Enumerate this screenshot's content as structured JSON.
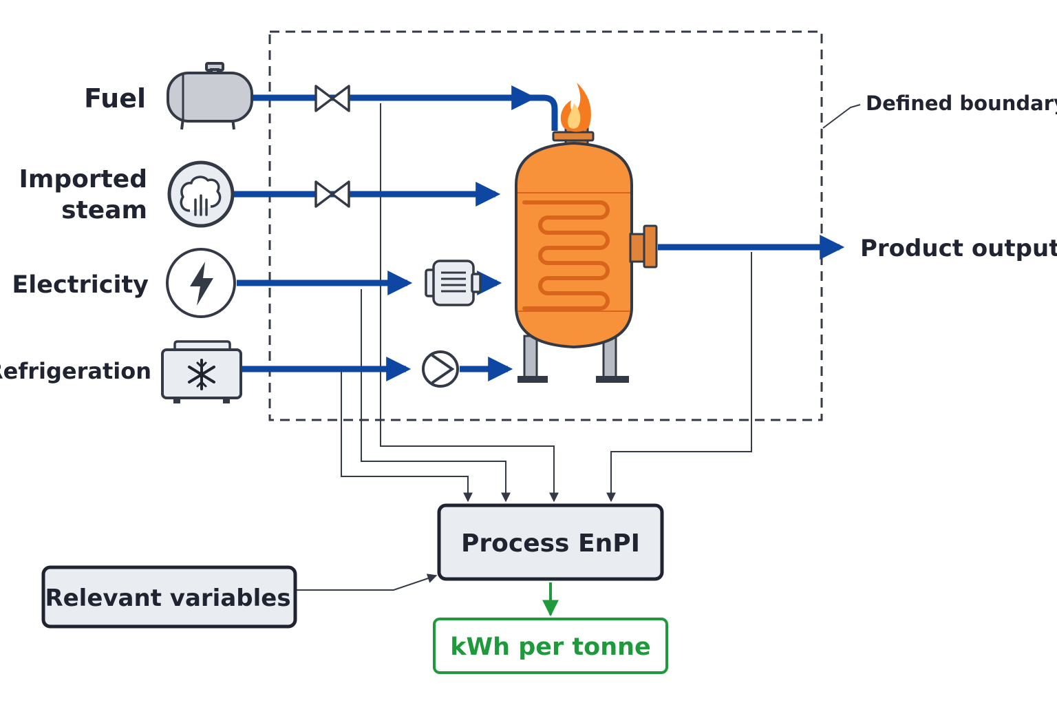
{
  "inputs": {
    "fuel": "Fuel",
    "imported_steam_line1": "Imported",
    "imported_steam_line2": "steam",
    "electricity": "Electricity",
    "refrigeration": "Refrigeration"
  },
  "boundary_label": "Defined boundary",
  "output_label": "Product output",
  "enpi_label": "Process EnPI",
  "variables_label": "Relevant variables",
  "unit_label": "kWh per tonne",
  "colors": {
    "pipe": "#0d47a1",
    "vessel": "#f7923a",
    "coil": "#d9641c",
    "flame": "#f47b20",
    "outline": "#333a45",
    "box_fill": "#e9ecf1",
    "icon_fill": "#c9ccd3",
    "green": "#1e9a3c"
  },
  "icons": {
    "fuel": "fuel-tank-icon",
    "steam": "steam-cloud-icon",
    "electricity": "lightning-bolt-icon",
    "refrigeration": "snowflake-icon",
    "valves": "valve-icon",
    "motor": "motor-icon",
    "pump": "pump-icon",
    "flame": "flame-icon"
  }
}
